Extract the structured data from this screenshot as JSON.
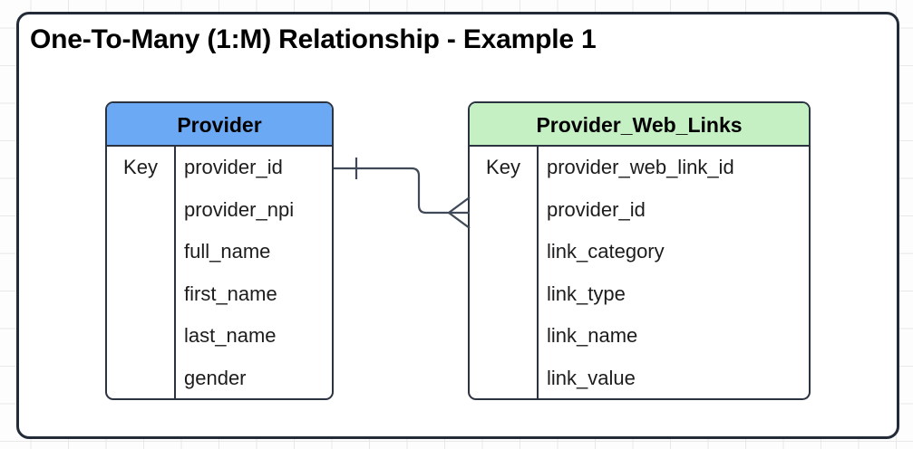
{
  "title": "One-To-Many (1:M) Relationship - Example 1",
  "colors": {
    "provider_header": "#6CA9F5",
    "provider_web_links_header": "#C5F0C4",
    "border": "#2B3240",
    "connector": "#3F4957",
    "canvas_grid": "#E8E8E8"
  },
  "entities": [
    {
      "name": "Provider",
      "key_label": "Key",
      "attributes": [
        "provider_id",
        "provider_npi",
        "full_name",
        "first_name",
        "last_name",
        "gender"
      ]
    },
    {
      "name": "Provider_Web_Links",
      "key_label": "Key",
      "attributes": [
        "provider_web_link_id",
        "provider_id",
        "link_category",
        "link_type",
        "link_name",
        "link_value"
      ]
    }
  ],
  "relationship": {
    "type": "one-to-many",
    "from_entity": "Provider",
    "from_attribute": "provider_id",
    "from_notation": "one",
    "to_entity": "Provider_Web_Links",
    "to_attribute": "provider_id",
    "to_notation": "many-crows-foot"
  }
}
